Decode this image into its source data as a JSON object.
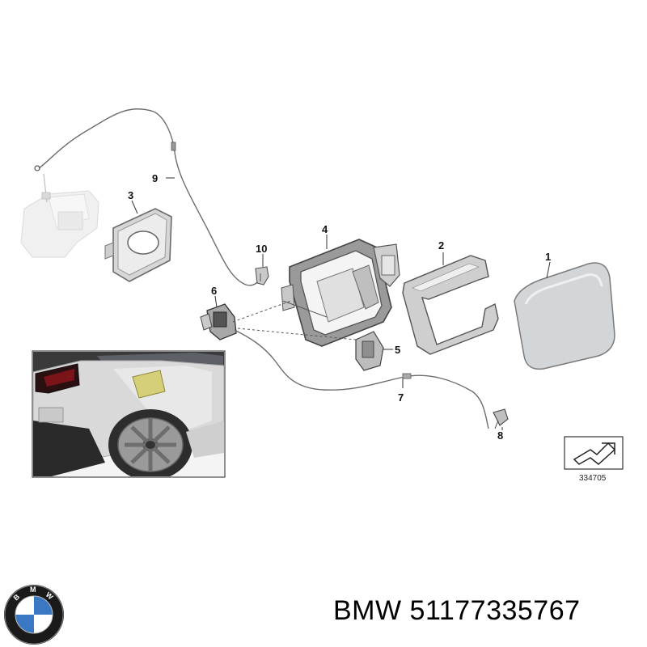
{
  "callouts": {
    "c1": "1",
    "c2": "2",
    "c3": "3",
    "c4": "4",
    "c5": "5",
    "c6": "6",
    "c7": "7",
    "c8": "8",
    "c9": "9",
    "c10": "10"
  },
  "reference_number": "334705",
  "caption": {
    "brand": "BMW",
    "part_number": "51177335767"
  },
  "logo": {
    "letters": "BMW",
    "colors": {
      "blue": "#3a78c3",
      "white": "#ffffff",
      "ring": "#1a1a1a"
    }
  }
}
